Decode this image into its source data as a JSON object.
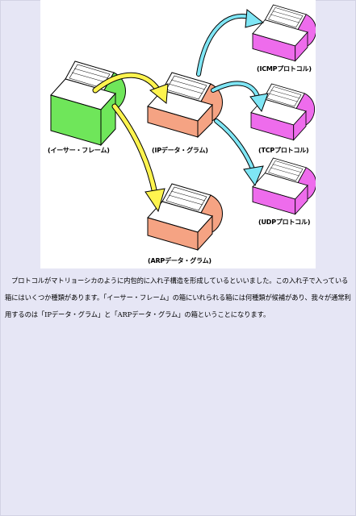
{
  "figure": {
    "captions": {
      "ethernet": "(イーサー・フレーム)",
      "ip": "(IPデータ・グラム)",
      "icmp": "(ICMPプロトコル)",
      "tcp": "(TCPプロトコル)",
      "udp": "(UDPプロトコル)",
      "arp": "(ARPデータ・グラム)"
    },
    "colors": {
      "ethernet": "#6fe65a",
      "ip": "#f5a383",
      "arp": "#f5a383",
      "transport": "#ee6cec",
      "arrow_yellow": "#fff44f",
      "arrow_cyan": "#7fe6f5"
    }
  },
  "body": {
    "paragraph": "プロトコルがマトリョーシカのように内包的に入れ子構造を形成しているといいました。この入れ子で入っている箱にはいくつか種類があります。「イーサー・フレーム」の箱にいれられる箱には何種類が候補があり、我々が通常利用するのは「IPデータ・グラム」と「ARPデータ・グラム」の箱ということになります。"
  }
}
